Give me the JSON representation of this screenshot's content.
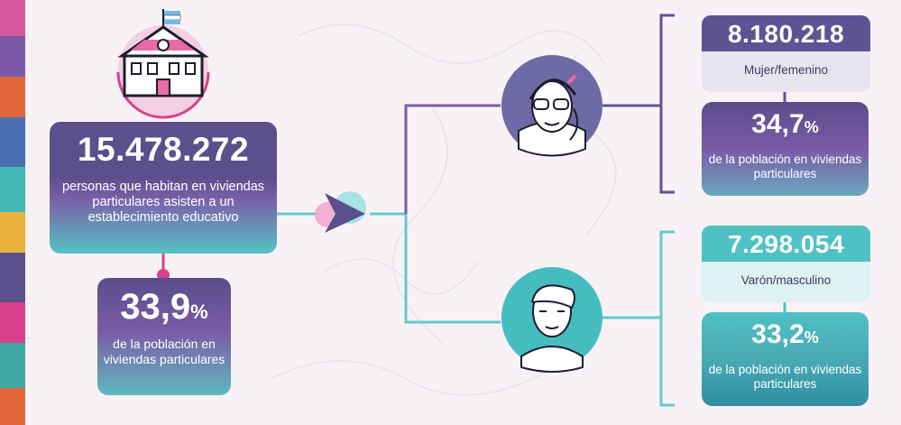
{
  "total": {
    "value": "15.478.272",
    "description": "personas que habitan en viviendas particulares asisten a un establecimiento educativo",
    "percent_number": "33,9",
    "percent_sign": "%",
    "percent_desc": "de la población en viviendas particulares"
  },
  "women": {
    "value": "8.180.218",
    "label": "Mujer/femenino",
    "percent_number": "34,7",
    "percent_sign": "%",
    "percent_desc": "de la población en viviendas particulares"
  },
  "men": {
    "value": "7.298.054",
    "label": "Varón/masculino",
    "percent_number": "33,2",
    "percent_sign": "%",
    "percent_desc": "de la población en viviendas particulares"
  },
  "icons": [
    "school-building-icon",
    "flag-icon",
    "woman-avatar-icon",
    "man-avatar-icon",
    "arrow-logo-icon"
  ],
  "colors": {
    "purple": "#5b4f8c",
    "teal": "#4fc1c4",
    "pink": "#d9418a",
    "background": "#f8f2f6"
  }
}
